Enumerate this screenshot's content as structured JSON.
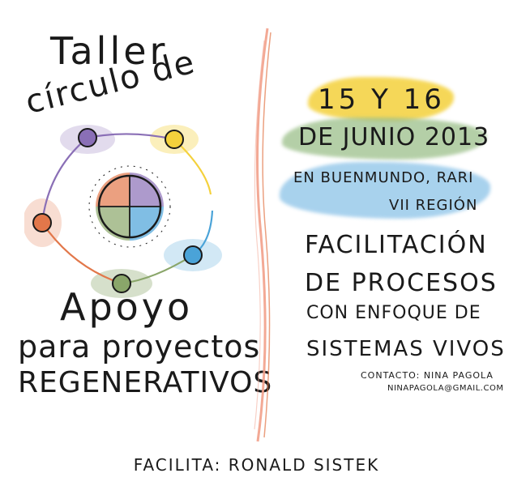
{
  "poster": {
    "title_line1": "Taller",
    "title_line2": "círculo de",
    "title_line3": "Apoyo",
    "title_line4": "para proyectos",
    "title_line5": "REGENERATIVOS",
    "date_days": "15 Y 16",
    "date_month": "DE JUNIO 2013",
    "location_line1": "EN BUENMUNDO, RARI",
    "location_line2": "VII REGIÓN",
    "topic_line1": "FACILITACIÓN",
    "topic_line2": "DE PROCESOS",
    "topic_line3": "CON ENFOQUE DE",
    "topic_line4": "SISTEMAS VIVOS",
    "contact_line1": "CONTACTO: NINA PAGOLA",
    "contact_line2": "NINAPAGOLA@GMAIL.COM",
    "facilitator": "FACILITA: RONALD SISTEK"
  },
  "colors": {
    "yellow": "#f4d13c",
    "green": "#9cc08a",
    "blue": "#8cc3e8",
    "purple": "#8a6fb6",
    "orange": "#e2774a",
    "olive": "#8aa66a",
    "teal": "#4aa3d8",
    "pink_line": "#f2a08a"
  }
}
